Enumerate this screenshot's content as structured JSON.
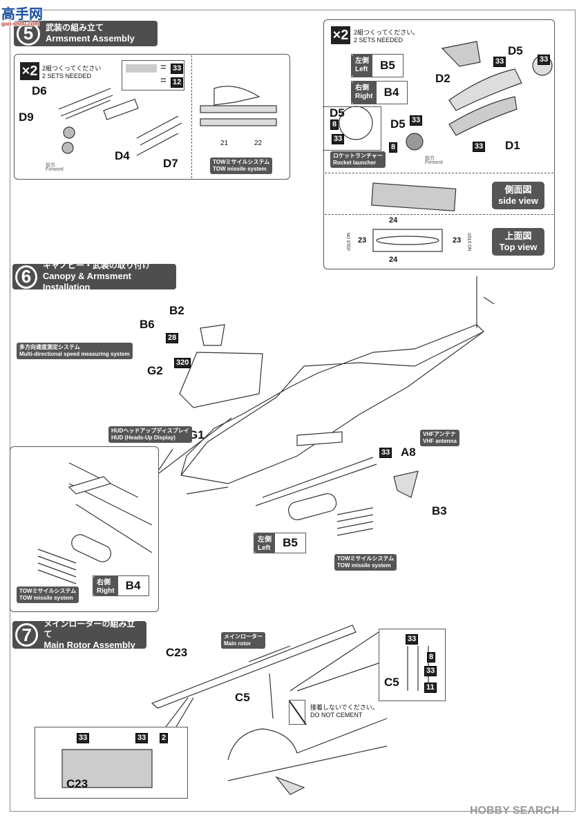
{
  "watermark": {
    "site_top": "高手网",
    "site_bottom": "gao-shou.com",
    "source": "HOBBY SEARCH"
  },
  "step5": {
    "number": "5",
    "title_jp": "武装の組み立て",
    "title_en": "Armsment Assembly",
    "sets_badge": "×2",
    "sets_jp": "2組つくってください",
    "sets_en": "2 SETS NEEDED",
    "legend_eq1": "=",
    "legend_paint1": "33",
    "legend_eq2": "=",
    "legend_paint2": "12",
    "parts": [
      "D6",
      "D9",
      "D4",
      "D7"
    ],
    "forward_jp": "前方",
    "forward_en": "Forword",
    "tow_callouts": [
      "21",
      "22"
    ],
    "tow_jp": "TOWミサイルシステム",
    "tow_en": "TOW missile system"
  },
  "rocket": {
    "sets_badge": "×2",
    "sets_jp": "2組つくってください。",
    "sets_en": "2 SETS NEEDED",
    "left_jp": "左側",
    "left_en": "Left",
    "left_part": "B5",
    "right_jp": "右側",
    "right_en": "Right",
    "right_part": "B4",
    "parts": {
      "d5_top": "D5",
      "d2": "D2",
      "d1": "D1",
      "d5_front": "D5",
      "d5_detail": "D5"
    },
    "paints": {
      "top": "33",
      "d5_top": "33",
      "d1": "33",
      "d5_front_a": "33",
      "d5_front_b": "8",
      "detail_a": "8",
      "detail_b": "33"
    },
    "forward_jp": "前方",
    "forward_en": "Forword",
    "launcher_jp": "ロケットランチャー",
    "launcher_en": "Rocket launcher",
    "side_view_jp": "側面図",
    "side_view_en": "side view",
    "top_view_jp": "上面図",
    "top_view_en": "Top view",
    "decals": {
      "top": "24",
      "bottom": "24",
      "left": "23",
      "right": "23"
    },
    "no_step": "NO STEP"
  },
  "step6": {
    "number": "6",
    "title_jp": "キャノピー・武装の取り付け",
    "title_en": "Canopy & Armsment Installation",
    "parts": {
      "b2": "B2",
      "b6": "B6",
      "g2": "G2",
      "g1": "G1",
      "a8": "A8",
      "b3": "B3"
    },
    "paints": {
      "b6_a": "28",
      "b6_b": "320",
      "a8": "33"
    },
    "speed_jp": "多方向速度測定システム",
    "speed_en": "Multi-directional speed measuring system",
    "hud_jp": "HUDヘッドアップディスプレイ",
    "hud_en": "HUD (Heads-Up Display)",
    "vhf_jp": "VHFアンテナ",
    "vhf_en": "VHF antenna",
    "left_jp": "左側",
    "left_en": "Left",
    "left_part": "B5",
    "right_jp": "右側",
    "right_en": "Right",
    "right_part": "B4",
    "tow_jp": "TOWミサイルシステム",
    "tow_en": "TOW missile system"
  },
  "step7": {
    "number": "7",
    "title_jp": "メインローターの組み立て",
    "title_en": "Main Rotor Assembly",
    "rotor_jp": "メインローター",
    "rotor_en": "Main rotor",
    "parts": {
      "c23": "C23",
      "c5": "C5",
      "c23_detail": "C23",
      "c5_detail": "C5"
    },
    "paints": {
      "detail_a": "33",
      "detail_b": "33",
      "detail_c": "2",
      "c5_a": "33",
      "c5_b": "8",
      "c5_c": "33",
      "c5_d": "11"
    },
    "no_cement_jp": "接着しないでください。",
    "no_cement_en": "DO NOT CEMENT"
  }
}
